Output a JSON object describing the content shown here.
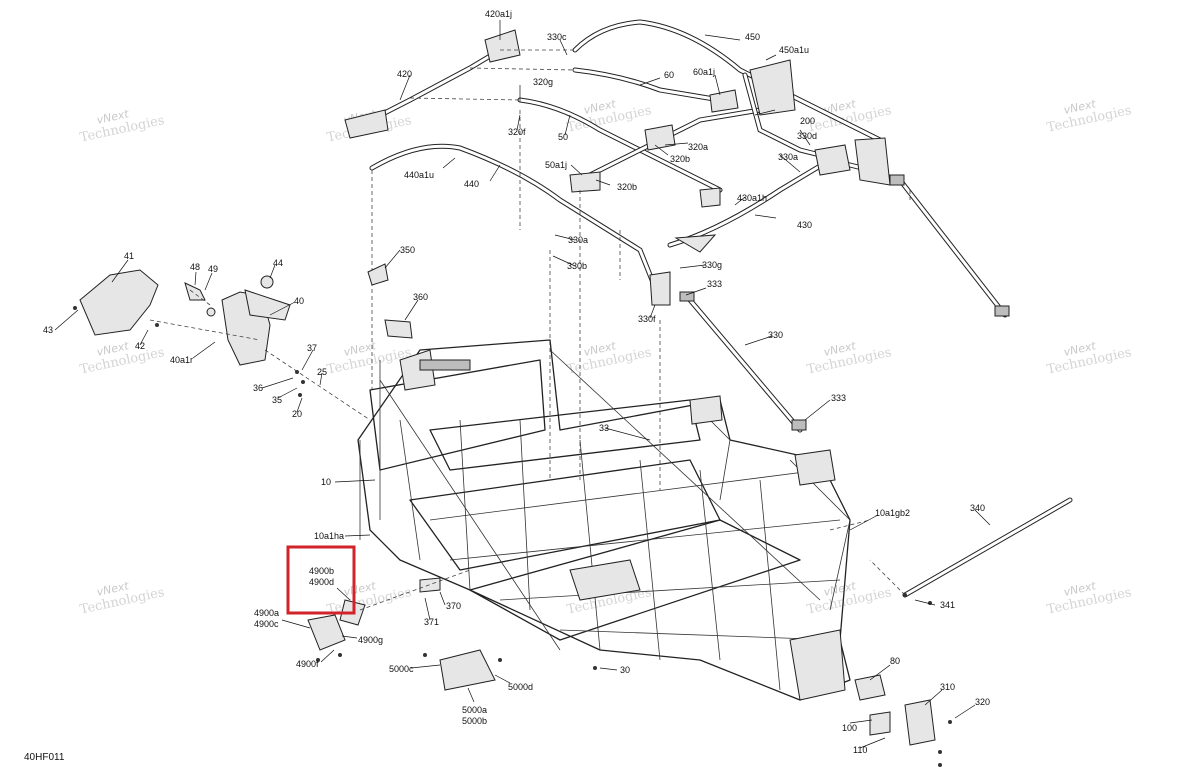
{
  "document_code": "40HF011",
  "watermark": {
    "line1": "vNext",
    "line2": "Technologies"
  },
  "highlight": {
    "color": "#d2232a",
    "labels": [
      "4900b",
      "4900d"
    ]
  },
  "part_labels": [
    "420a1j",
    "330c",
    "450",
    "450a1u",
    "420",
    "60",
    "60a1j",
    "320g",
    "320f",
    "50",
    "200",
    "330d",
    "320a",
    "320b",
    "50a1j",
    "320b",
    "330a",
    "440a1u",
    "440",
    "430a1h",
    "430",
    "330a",
    "350",
    "330b",
    "330g",
    "41",
    "48",
    "49",
    "44",
    "333",
    "43",
    "40",
    "42",
    "40a1r",
    "360",
    "37",
    "330f",
    "330",
    "36",
    "25",
    "35",
    "20",
    "333",
    "33",
    "10",
    "10a1ha",
    "10a1gb2",
    "340",
    "4900b",
    "4900d",
    "4900a",
    "4900c",
    "4900g",
    "4900f",
    "370",
    "371",
    "341",
    "5000c",
    "5000d",
    "5000a",
    "5000b",
    "30",
    "80",
    "310",
    "100",
    "320",
    "110"
  ]
}
